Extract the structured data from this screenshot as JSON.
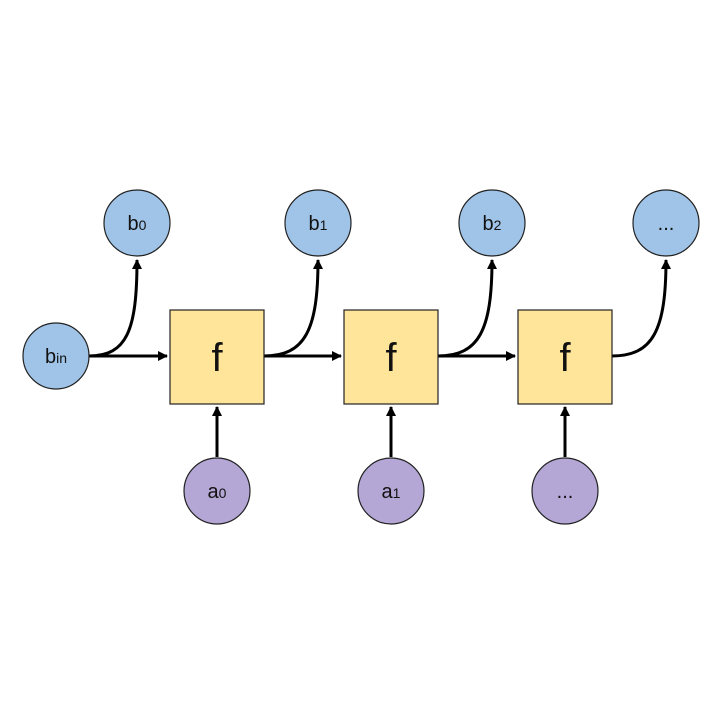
{
  "colors": {
    "output_node_fill": "#a0c4e8",
    "input_node_fill": "#b4a7d6",
    "function_box_fill": "#ffe599",
    "stroke": "#222222",
    "arrow": "#000000"
  },
  "nodes": {
    "b_in": {
      "base": "b",
      "sub": "in"
    },
    "b0": {
      "base": "b",
      "sub": "0"
    },
    "b1": {
      "base": "b",
      "sub": "1"
    },
    "b2": {
      "base": "b",
      "sub": "2"
    },
    "b_more": {
      "label": "..."
    },
    "a0": {
      "base": "a",
      "sub": "0"
    },
    "a1": {
      "base": "a",
      "sub": "1"
    },
    "a_more": {
      "label": "..."
    }
  },
  "functions": [
    {
      "label": "f"
    },
    {
      "label": "f"
    },
    {
      "label": "f"
    }
  ]
}
